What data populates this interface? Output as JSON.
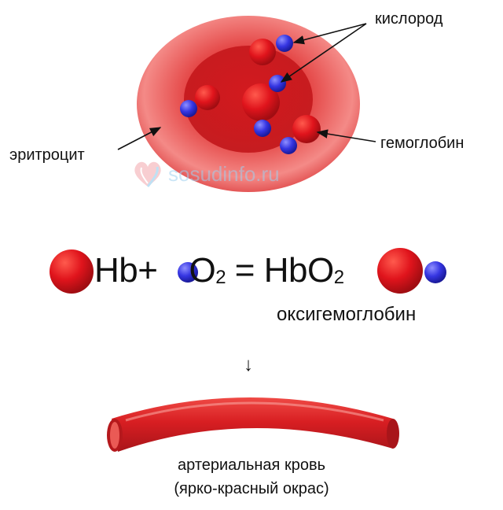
{
  "labels": {
    "oxygen": "кислород",
    "hemoglobin": "гемоглобин",
    "erythrocyte": "эритроцит",
    "oxyhemoglobin": "оксигемоглобин",
    "arterial_blood": "артериальная кровь",
    "color_note": "(ярко-красный окрас)"
  },
  "equation": {
    "hb": "Hb",
    "plus": "+",
    "o": "O",
    "o_sub": "2",
    "equals": "=",
    "hbo": "HbO",
    "hbo_sub": "2"
  },
  "arrow": "↓",
  "watermark": "sosudinfo.ru",
  "colors": {
    "hemoglobin_red": "#e0141c",
    "oxygen_blue": "#3333dd",
    "cell_light": "#f26a6a",
    "cell_dark": "#d9262b",
    "vessel": "#d81e22"
  }
}
